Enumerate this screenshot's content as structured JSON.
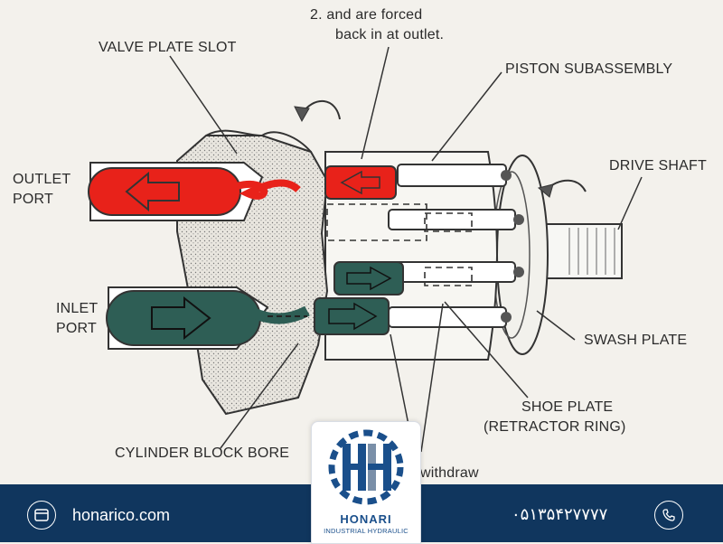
{
  "labels": {
    "forced_line1": "2. and are forced",
    "forced_line2": "back in at outlet.",
    "valve_plate_slot": "VALVE PLATE SLOT",
    "piston_subassembly": "PISTON SUBASSEMBLY",
    "outlet_line1": "OUTLET",
    "outlet_line2": "PORT",
    "drive_shaft": "DRIVE SHAFT",
    "inlet_line1": "INLET",
    "inlet_line2": "PORT",
    "swash_plate": "SWASH PLATE",
    "shoe_plate_line1": "SHOE PLATE",
    "shoe_plate_line2": "(RETRACTOR RING)",
    "cylinder_block_bore": "CYLINDER BLOCK BORE",
    "withdraw": "withdraw"
  },
  "footer": {
    "website": "honarico.com",
    "phone": "۰۵۱۳۵۴۲۷۷۷۷",
    "web_icon": "browser-window-icon",
    "phone_icon": "phone-handset-icon",
    "background": "#10365e"
  },
  "logo": {
    "word": "HONARI",
    "sub": "INDUSTRIAL HYDRAULIC",
    "color": "#1a4f8b"
  },
  "colors": {
    "outlet_flow": "#e8221a",
    "inlet_flow": "#2e5e55"
  }
}
